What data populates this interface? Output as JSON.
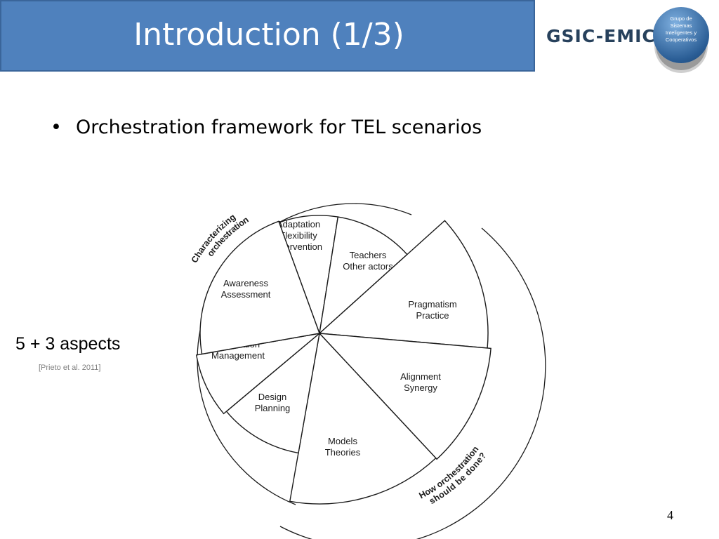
{
  "slide": {
    "title": "Introduction (1/3)",
    "bullet": "Orchestration framework for TEL scenarios",
    "aspects_label": "5 + 3 aspects",
    "citation": "[Prieto et al. 2011]",
    "page_number": "4"
  },
  "logo": {
    "text": "GSIC-EMIC",
    "globe_lines": [
      "Grupo de",
      "Sistemas",
      "Inteligentes y",
      "Cooperativos"
    ]
  },
  "diagram": {
    "arc_labels": {
      "characterizing": [
        "Characterizing",
        "orchestration"
      ],
      "how": [
        "How orchestration",
        "should be done?"
      ]
    },
    "segments": [
      {
        "id": "adaptation",
        "lines": [
          "Adaptation",
          "Flexibility",
          "Intervention"
        ]
      },
      {
        "id": "teachers",
        "lines": [
          "Teachers",
          "Other actors"
        ]
      },
      {
        "id": "pragmatism",
        "lines": [
          "Pragmatism",
          "Practice"
        ]
      },
      {
        "id": "alignment",
        "lines": [
          "Alignment",
          "Synergy"
        ]
      },
      {
        "id": "models",
        "lines": [
          "Models",
          "Theories"
        ]
      },
      {
        "id": "design",
        "lines": [
          "Design",
          "Planning"
        ]
      },
      {
        "id": "regulation",
        "lines": [
          "Regulation",
          "Management"
        ]
      },
      {
        "id": "awareness",
        "lines": [
          "Awareness",
          "Assessment"
        ]
      }
    ]
  },
  "colors": {
    "title_bar": "#4f81bd",
    "logo_text": "#27415c"
  }
}
